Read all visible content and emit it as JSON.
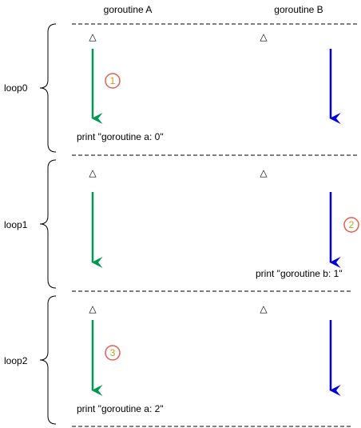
{
  "headers": {
    "goroutine_a": "goroutine A",
    "goroutine_b": "goroutine B"
  },
  "colors": {
    "arrow_a": "#00994d",
    "arrow_b": "#0000dd",
    "marker_stroke": "#e06050",
    "marker_text": "#c69a1b",
    "separator": "#000000"
  },
  "triangle_glyph": "△",
  "loops": [
    {
      "label": "loop0",
      "marker": "1",
      "marker_lane": "A",
      "print_text": "print \"goroutine a: 0\"",
      "print_lane": "A"
    },
    {
      "label": "loop1",
      "marker": "2",
      "marker_lane": "B",
      "print_text": "print \"goroutine b: 1\"",
      "print_lane": "B"
    },
    {
      "label": "loop2",
      "marker": "3",
      "marker_lane": "A",
      "print_text": "print \"goroutine a: 2\"",
      "print_lane": "A"
    }
  ]
}
